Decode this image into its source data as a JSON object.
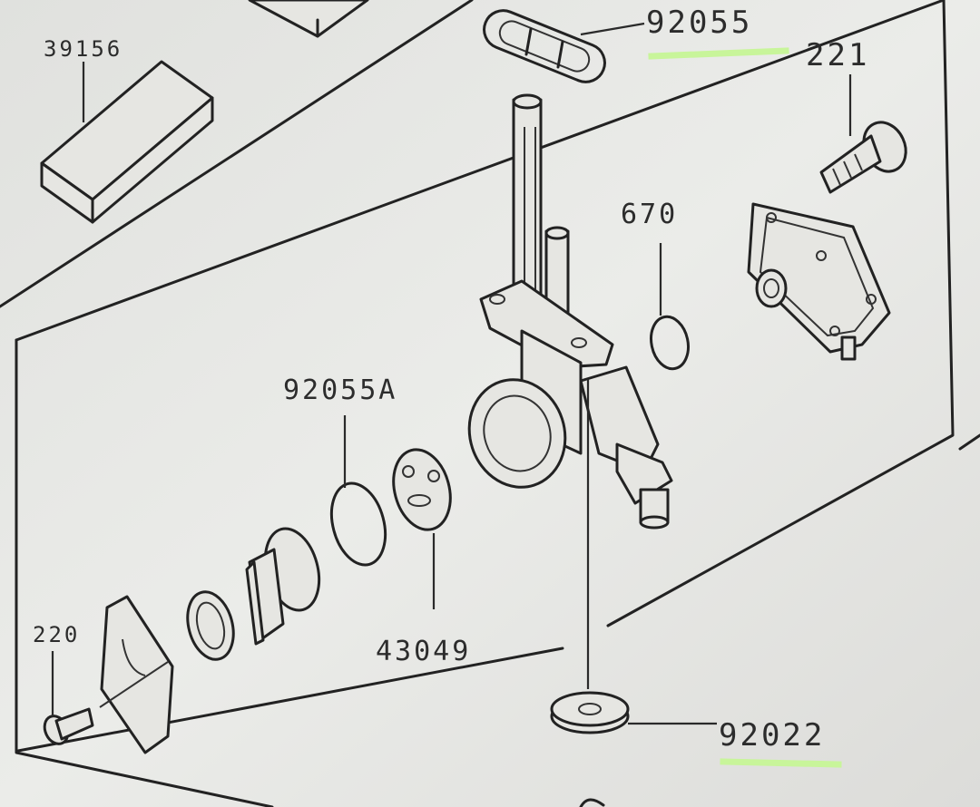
{
  "labels": {
    "p39156": "39156",
    "p92055": "92055",
    "p221": "221",
    "p670": "670",
    "p92055A": "92055A",
    "p43049": "43049",
    "p220": "220",
    "p92022": "92022"
  },
  "colors": {
    "paper": "#e7e8e5",
    "paper_shade": "#d4d4d2",
    "ink": "#222222",
    "highlight": "#c8f59a"
  }
}
